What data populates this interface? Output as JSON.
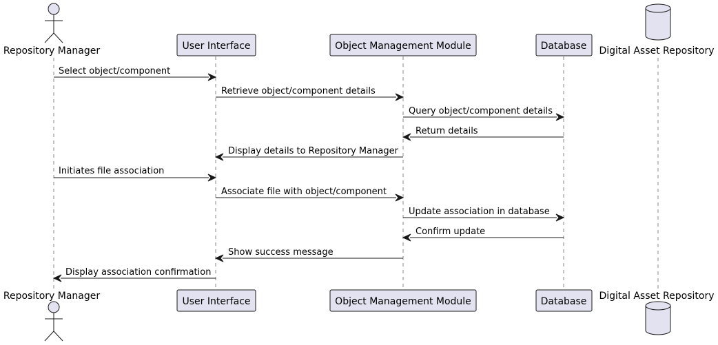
{
  "participants": [
    {
      "id": "repo_manager",
      "label": "Repository Manager",
      "kind": "actor"
    },
    {
      "id": "ui",
      "label": "User Interface",
      "kind": "participant"
    },
    {
      "id": "omm",
      "label": "Object Management Module",
      "kind": "participant"
    },
    {
      "id": "db",
      "label": "Database",
      "kind": "participant"
    },
    {
      "id": "dar",
      "label": "Digital Asset Repository",
      "kind": "database"
    }
  ],
  "messages": [
    {
      "from": "repo_manager",
      "to": "ui",
      "label": "Select object/component"
    },
    {
      "from": "ui",
      "to": "omm",
      "label": "Retrieve object/component details"
    },
    {
      "from": "omm",
      "to": "db",
      "label": "Query object/component details"
    },
    {
      "from": "db",
      "to": "omm",
      "label": "Return details"
    },
    {
      "from": "omm",
      "to": "ui",
      "label": "Display details to Repository Manager"
    },
    {
      "from": "repo_manager",
      "to": "ui",
      "label": "Initiates file association"
    },
    {
      "from": "ui",
      "to": "omm",
      "label": "Associate file with object/component"
    },
    {
      "from": "omm",
      "to": "db",
      "label": "Update association in database"
    },
    {
      "from": "db",
      "to": "omm",
      "label": "Confirm update"
    },
    {
      "from": "omm",
      "to": "ui",
      "label": "Show success message"
    },
    {
      "from": "ui",
      "to": "repo_manager",
      "label": "Display association confirmation"
    }
  ]
}
